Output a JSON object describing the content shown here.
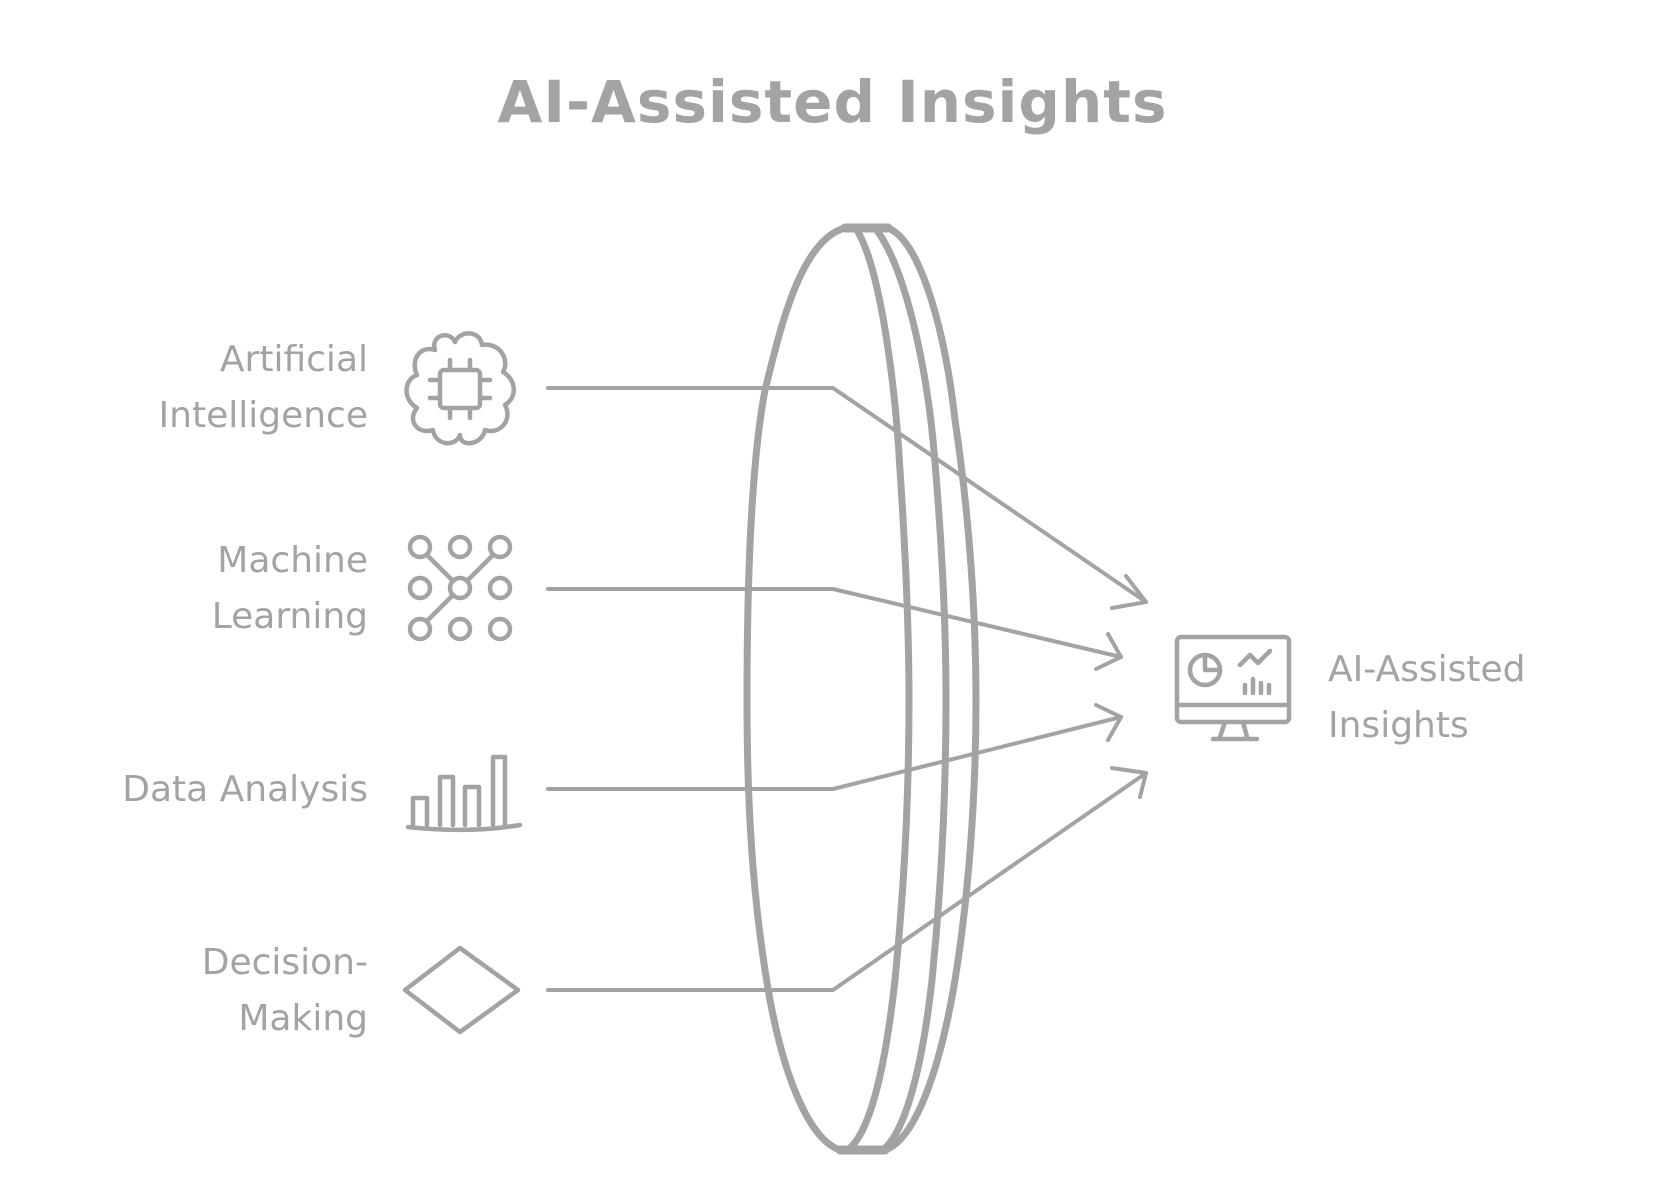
{
  "title": "AI-Assisted Insights",
  "inputs": [
    {
      "line1": "Artificial",
      "line2": "Intelligence",
      "icon": "brain-chip-icon"
    },
    {
      "line1": "Machine",
      "line2": "Learning",
      "icon": "neural-network-icon"
    },
    {
      "line1": "Data Analysis",
      "line2": "",
      "icon": "bar-chart-icon"
    },
    {
      "line1": "Decision-",
      "line2": "Making",
      "icon": "diamond-icon"
    }
  ],
  "output": {
    "line1": "AI-Assisted",
    "line2": "Insights",
    "icon": "monitor-dashboard-icon"
  },
  "lens": {
    "icon": "lens-icon"
  },
  "colors": {
    "stroke": "#a3a3a3",
    "background": "#ffffff"
  }
}
